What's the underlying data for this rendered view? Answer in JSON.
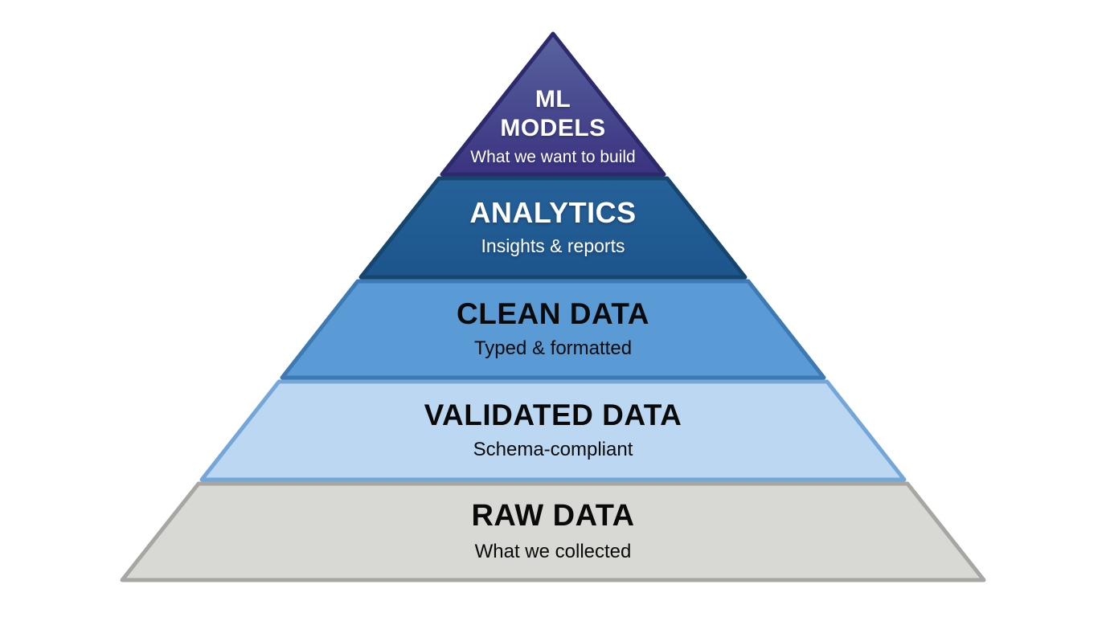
{
  "diagram": {
    "type": "pyramid",
    "layers": [
      {
        "id": "ml-models",
        "title": "ML\nMODELS",
        "subtitle": "What we want to build",
        "fill_top": "#59639f",
        "fill_bottom": "#3a3380",
        "border_color": "#2d2a6b",
        "text_color": "#ffffff"
      },
      {
        "id": "analytics",
        "title": "ANALYTICS",
        "subtitle": "Insights & reports",
        "fill_top": "#256299",
        "fill_bottom": "#1c558b",
        "border_color": "#16466e",
        "text_color": "#ffffff"
      },
      {
        "id": "clean-data",
        "title": "CLEAN DATA",
        "subtitle": "Typed & formatted",
        "fill": "#5b9bd5",
        "border_color": "#3d7ab4",
        "text_color": "#0a0a0a"
      },
      {
        "id": "validated-data",
        "title": "VALIDATED DATA",
        "subtitle": "Schema-compliant",
        "fill": "#bcd7f1",
        "border_color": "#74a7d8",
        "text_color": "#0a0a0a"
      },
      {
        "id": "raw-data",
        "title": "RAW DATA",
        "subtitle": "What we collected",
        "fill": "#d8d8d5",
        "border_color": "#a6a6a3",
        "text_color": "#0a0a0a"
      }
    ]
  }
}
